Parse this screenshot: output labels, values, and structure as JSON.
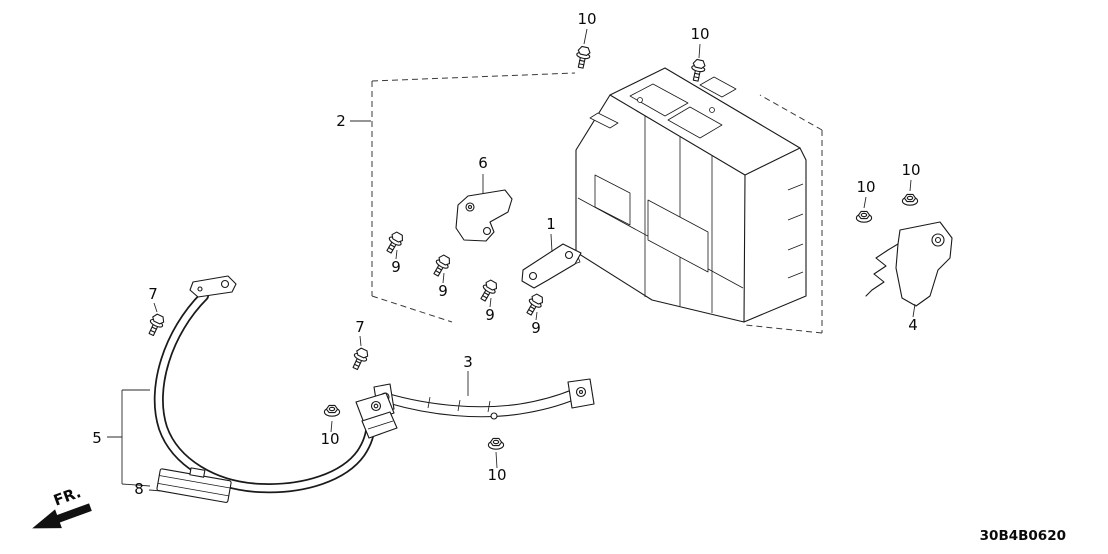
{
  "diagram": {
    "code": "30B4B0620",
    "fr_label": "FR."
  },
  "callouts": [
    {
      "label": "10"
    },
    {
      "label": "10"
    },
    {
      "label": "2"
    },
    {
      "label": "6"
    },
    {
      "label": "1"
    },
    {
      "label": "10"
    },
    {
      "label": "10"
    },
    {
      "label": "4"
    },
    {
      "label": "9"
    },
    {
      "label": "9"
    },
    {
      "label": "9"
    },
    {
      "label": "9"
    },
    {
      "label": "7"
    },
    {
      "label": "7"
    },
    {
      "label": "3"
    },
    {
      "label": "10"
    },
    {
      "label": "10"
    },
    {
      "label": "5"
    },
    {
      "label": "8"
    }
  ]
}
